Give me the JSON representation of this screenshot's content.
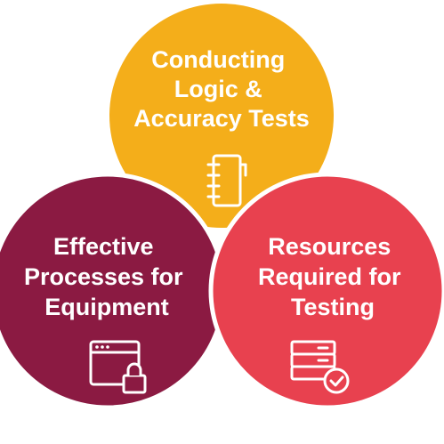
{
  "colors": {
    "top": "#F4AE1A",
    "left": "#8B1A42",
    "right": "#E8414F",
    "separator": "#ffffff",
    "icon": "#ffffff"
  },
  "circles": {
    "top": {
      "lines": [
        "Conducting",
        "Logic &",
        "Accuracy Tests"
      ],
      "icon": "notebook-icon"
    },
    "left": {
      "lines": [
        "Effective",
        "Processes for",
        "Equipment"
      ],
      "icon": "browser-lock-icon"
    },
    "right": {
      "lines": [
        "Resources",
        "Required for",
        "Testing"
      ],
      "icon": "database-check-icon"
    }
  }
}
